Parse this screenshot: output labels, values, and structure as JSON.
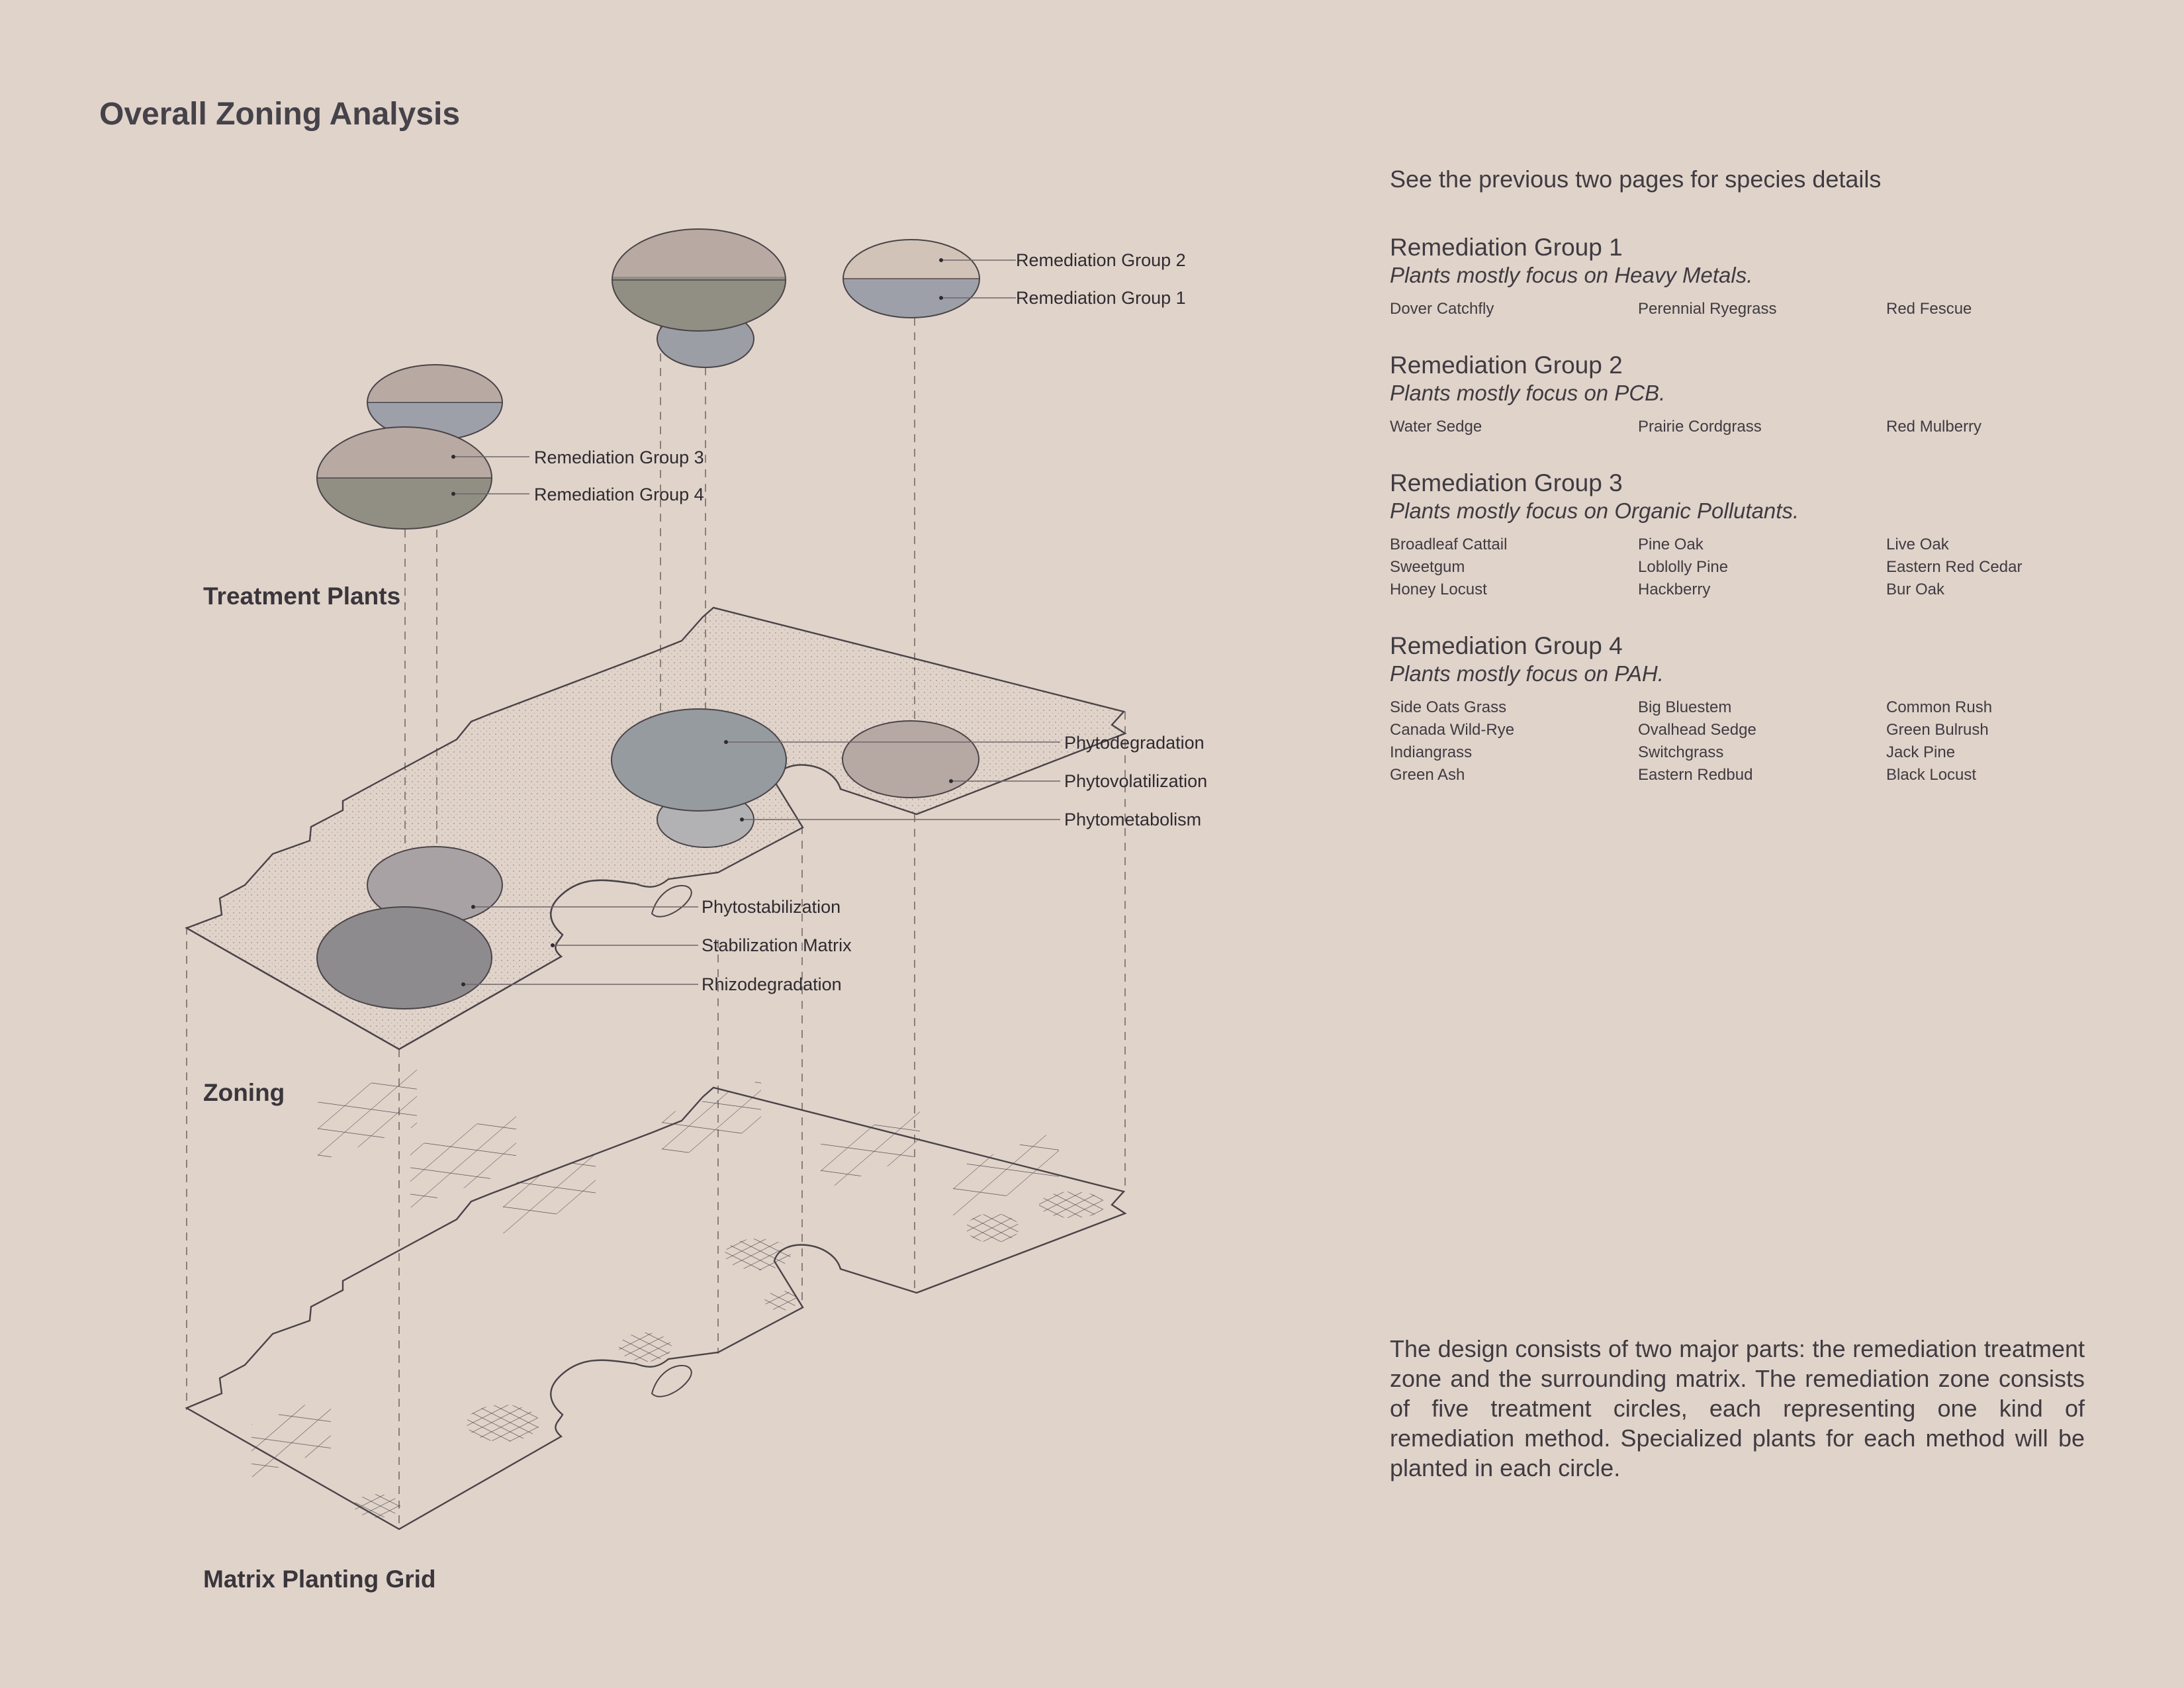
{
  "title": "Overall Zoning Analysis",
  "layers": {
    "treatment": "Treatment Plants",
    "zoning": "Zoning",
    "matrix": "Matrix Planting Grid"
  },
  "plant_labels": {
    "g2": "Remediation Group 2",
    "g1": "Remediation Group 1",
    "g3": "Remediation Group 3",
    "g4": "Remediation Group 4"
  },
  "zone_labels": {
    "phytodegradation": "Phytodegradation",
    "phytovolatilization": "Phytovolatilization",
    "phytometabolism": "Phytometabolism",
    "phytostabilization": "Phytostabilization",
    "stabilization_matrix": "Stabilization Matrix",
    "rhizodegradation": "Rhizodegradation"
  },
  "intro": "See the previous two pages for species details",
  "groups": [
    {
      "title": "Remediation Group 1",
      "focus": "Plants mostly focus on Heavy Metals.",
      "species": [
        "Dover Catchfly",
        "Perennial Ryegrass",
        "Red Fescue"
      ]
    },
    {
      "title": "Remediation Group 2",
      "focus": "Plants mostly focus on PCB.",
      "species": [
        "Water Sedge",
        "Prairie Cordgrass",
        "Red Mulberry"
      ]
    },
    {
      "title": "Remediation Group 3",
      "focus": "Plants mostly focus on Organic Pollutants.",
      "species": [
        "Broadleaf Cattail",
        "Pine Oak",
        "Live Oak",
        "Sweetgum",
        "Loblolly Pine",
        "Eastern Red Cedar",
        "Honey Locust",
        "Hackberry",
        "Bur Oak"
      ]
    },
    {
      "title": "Remediation Group 4",
      "focus": "Plants mostly focus on PAH.",
      "species": [
        "Side Oats Grass",
        "Big Bluestem",
        "Common Rush",
        "Canada Wild-Rye",
        "Ovalhead Sedge",
        "Green Bulrush",
        "Indiangrass",
        "Switchgrass",
        "Jack Pine",
        "Green Ash",
        "Eastern Redbud",
        "Black Locust"
      ]
    }
  ],
  "description": "The design consists of two major parts: the remediation treatment zone and the surrounding matrix. The remediation zone consists of five treatment circles, each representing one kind of remediation method. Specialized plants for each method will be planted in each circle."
}
